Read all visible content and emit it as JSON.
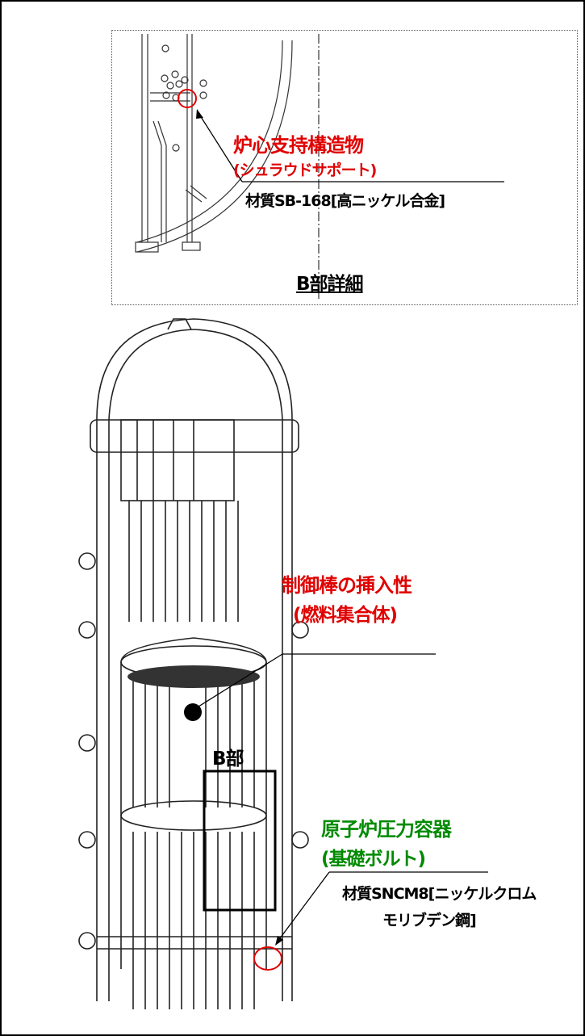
{
  "detail": {
    "title": "B部詳細",
    "component_name": "炉心支持構造物",
    "component_sub": "(シュラウドサポート)",
    "material": "材質SB-168[高ニッケル合金]"
  },
  "callouts": {
    "control_rod": {
      "line1": "制御棒の挿入性",
      "line2": "(燃料集合体)"
    },
    "b_section": "B部",
    "rpv": {
      "line1": "原子炉圧力容器",
      "line2": "(基礎ボルト)",
      "material_line1": "材質SNCM8[ニッケルクロム",
      "material_line2": "モリブデン鋼]"
    }
  },
  "colors": {
    "highlight_red": "#e00000",
    "highlight_green": "#008a00"
  }
}
